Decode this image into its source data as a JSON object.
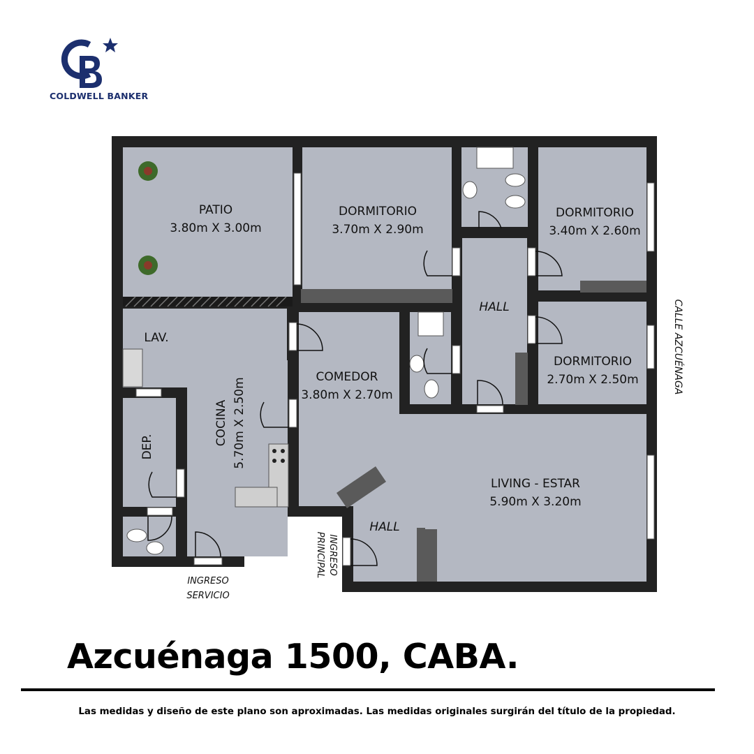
{
  "brand": {
    "name": "COLDWELL BANKER",
    "logo_mark": "CB",
    "color": "#1c2f6e"
  },
  "rooms": {
    "patio": {
      "name": "PATIO",
      "dims": "3.80m X 3.00m"
    },
    "dormitorio_1": {
      "name": "DORMITORIO",
      "dims": "3.70m X 2.90m"
    },
    "dormitorio_2": {
      "name": "DORMITORIO",
      "dims": "3.40m X 2.60m"
    },
    "dormitorio_3": {
      "name": "DORMITORIO",
      "dims": "2.70m X 2.50m"
    },
    "comedor": {
      "name": "COMEDOR",
      "dims": "3.80m X 2.70m"
    },
    "cocina": {
      "name": "COCINA",
      "dims": "5.70m X 2.50m"
    },
    "living": {
      "name": "LIVING - ESTAR",
      "dims": "5.90m X 3.20m"
    },
    "lav": {
      "name": "LAV."
    },
    "dep": {
      "name": "DEP."
    },
    "hall_1": {
      "name": "HALL"
    },
    "hall_2": {
      "name": "HALL"
    }
  },
  "labels": {
    "street": "CALLE AZCUÉNAGA",
    "main_entry_1": "INGRESO",
    "main_entry_2": "PRINCIPAL",
    "service_entry_1": "INGRESO",
    "service_entry_2": "SERVICIO"
  },
  "address": "Azcuénaga 1500, CABA.",
  "disclaimer": "Las medidas y diseño de este plano son aproximadas. Las medidas originales surgirán del título de la propiedad.",
  "colors": {
    "wall": "#222222",
    "floor": "#b4b8c2",
    "counter": "#8c8c8c",
    "window": "#ffffff"
  }
}
